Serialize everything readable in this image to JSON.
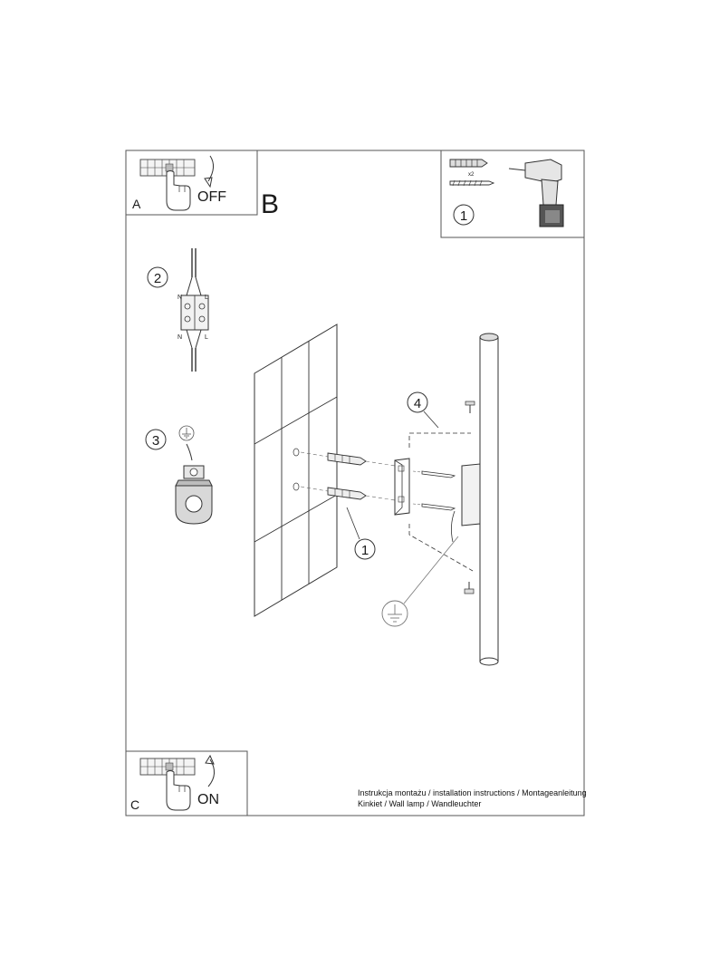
{
  "panels": {
    "a": {
      "letter": "A",
      "action": "OFF"
    },
    "b": {
      "letter": "B"
    },
    "c": {
      "letter": "C",
      "action": "ON"
    }
  },
  "steps": {
    "s1_top": "1",
    "s2": "2",
    "s3": "3",
    "s4": "4",
    "s1_wall": "1"
  },
  "anchor_qty": "x2",
  "terminal_labels": {
    "n_top": "N",
    "l_top": "L",
    "n_bot": "N",
    "l_bot": "L"
  },
  "footer": {
    "line1": "Instrukcja montażu / installation instructions / Montageanleitung",
    "line2": "Kinkiet / Wall lamp / Wandleuchter"
  },
  "icons": [
    "hand-switch-icon",
    "arrow-icon",
    "drill-icon",
    "wall-plug-icon",
    "screw-icon",
    "terminal-block-icon",
    "ground-symbol-icon",
    "ground-connector-icon",
    "tile-wall-icon",
    "bracket-icon",
    "lamp-tube-icon"
  ]
}
